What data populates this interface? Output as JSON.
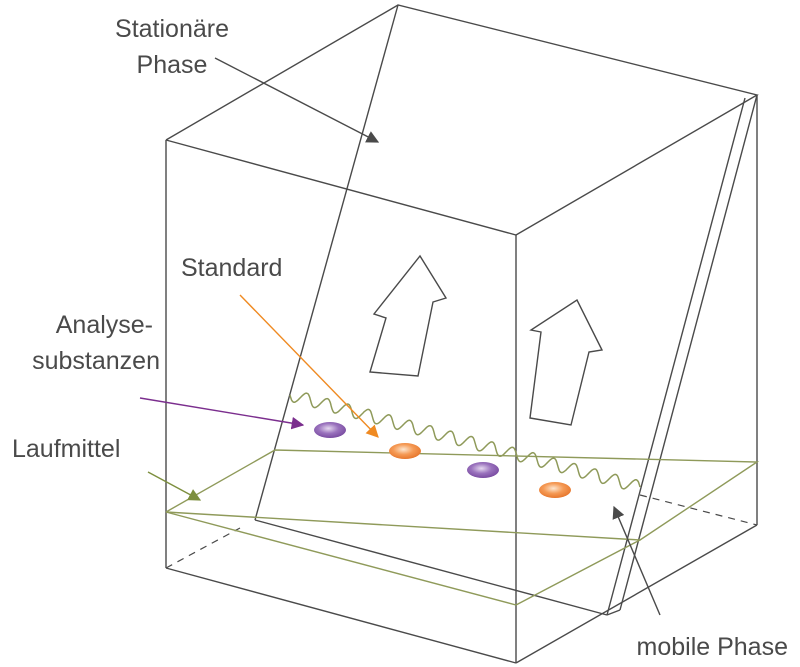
{
  "labels": {
    "stationary_line1": "Stationäre",
    "stationary_line2": "Phase",
    "standard": "Standard",
    "analyte_line1": "Analyse-",
    "analyte_line2": "substanzen",
    "solvent": "Laufmittel",
    "mobile": "mobile Phase"
  },
  "colors": {
    "text": "#4a4a4a",
    "edges": "#4a4a4a",
    "solvent_line": "#8f9a5a",
    "analyte_spot": "#8b5fb0",
    "standard_spot": "#f08a3c",
    "analyte_pointer": "#7b2e8e",
    "standard_pointer": "#ef8a22",
    "solvent_pointer": "#7d8f3e"
  }
}
